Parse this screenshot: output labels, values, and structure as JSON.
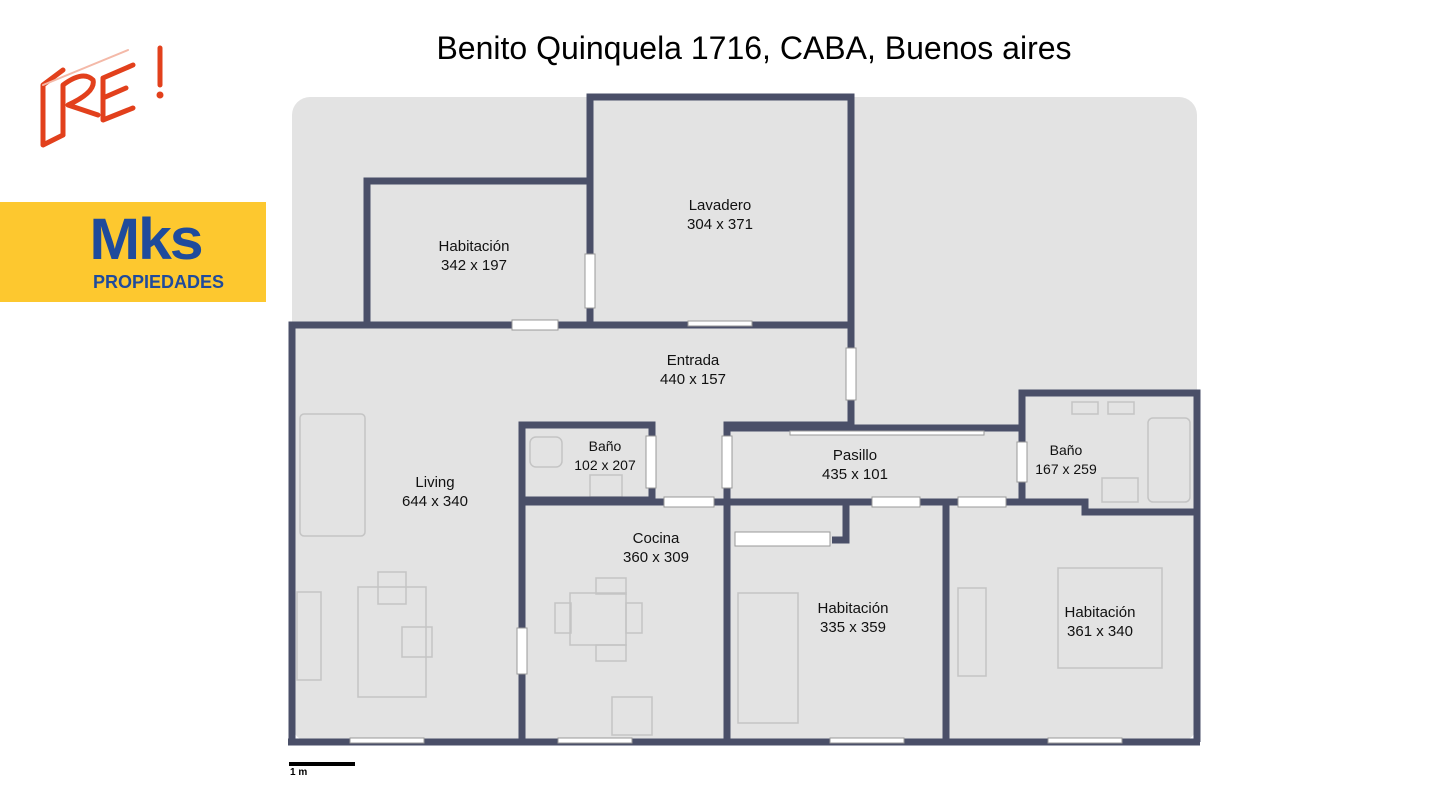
{
  "title": "Benito Quinquela 1716, CABA, Buenos aires",
  "logos": {
    "re": {
      "text": "RE!",
      "color": "#e2401c"
    },
    "mks": {
      "name": "Mks",
      "subtitle": "PROPIEDADES",
      "bg": "#fdc82f",
      "color": "#1f4b9c"
    }
  },
  "rooms": [
    {
      "name": "Lavadero",
      "size": "304 x 371"
    },
    {
      "name": "Habitación",
      "size": "342 x 197"
    },
    {
      "name": "Entrada",
      "size": "440 x 157"
    },
    {
      "name": "Living",
      "size": "644 x 340"
    },
    {
      "name": "Baño",
      "size": "102 x 207"
    },
    {
      "name": "Pasillo",
      "size": "435 x 101"
    },
    {
      "name": "Baño",
      "size": "167 x 259"
    },
    {
      "name": "Cocina",
      "size": "360 x 309"
    },
    {
      "name": "Habitación",
      "size": "335 x 359"
    },
    {
      "name": "Habitación",
      "size": "361 x 340"
    }
  ],
  "scale": {
    "label": "1 m"
  },
  "colors": {
    "wall": "#4a4f68",
    "floor": "#e3e3e3"
  }
}
